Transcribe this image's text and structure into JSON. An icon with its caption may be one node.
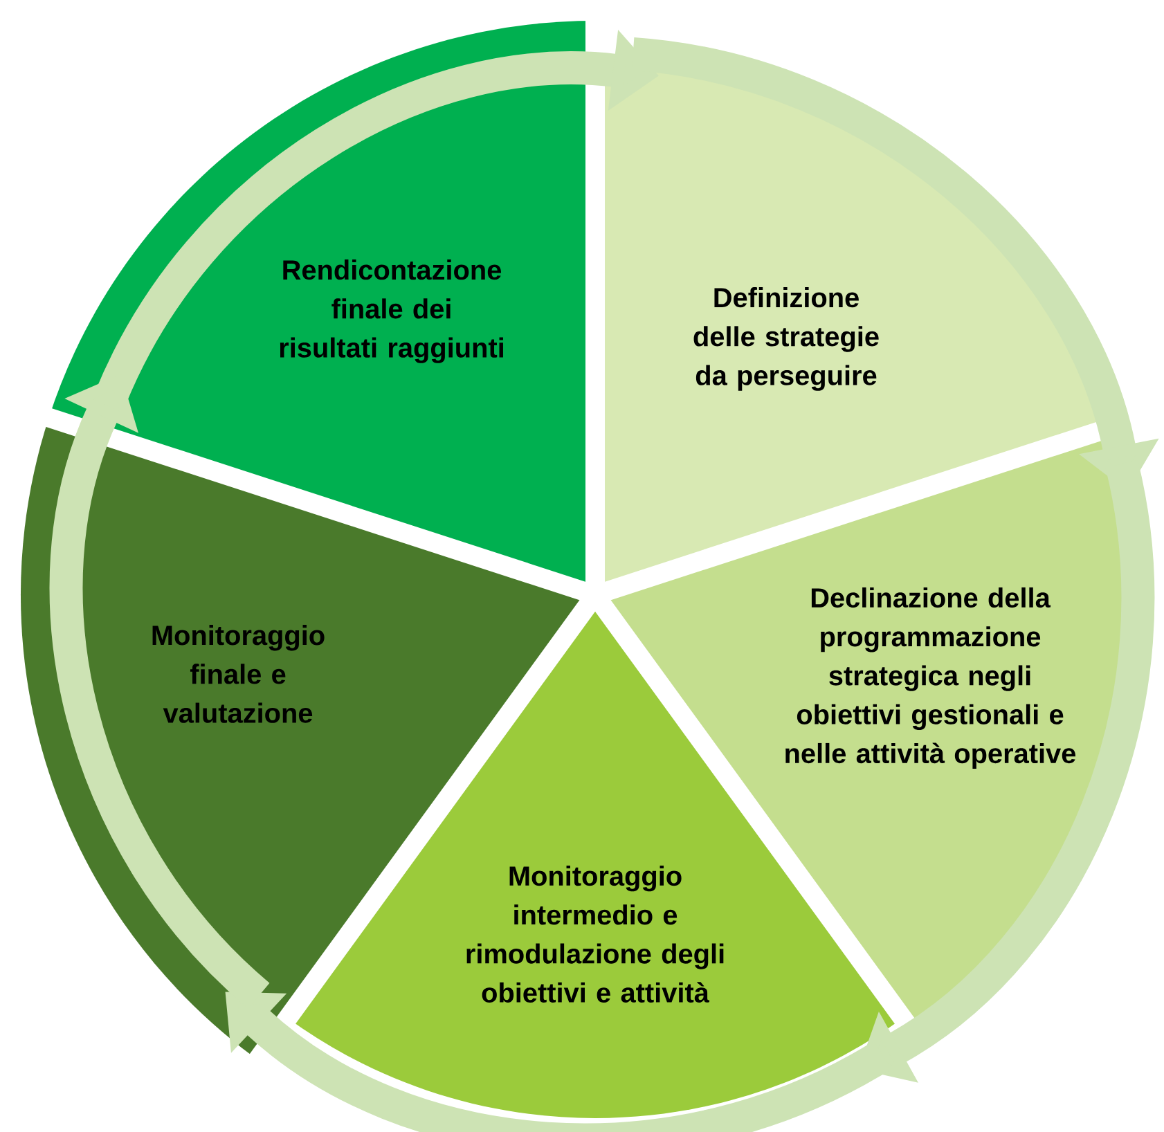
{
  "diagram": {
    "nodes": [
      {
        "text": [
          "Rendicontazione finale dei risultati raggiunti"
        ]
      },
      {
        "text": [
          "Definizione delle strategie da perseguire"
        ]
      },
      {
        "text": [
          "Declinazione della programmazione strategica negli obiettivi gestionali e nelle attività operative"
        ]
      },
      {
        "text": [
          "Monitoraggio intermedio e rimodulazione degli obiettivi e attività"
        ]
      },
      {
        "text": [
          "Monitoraggio finale e valutazione"
        ]
      }
    ],
    "edges": [
      {
        "from": 0,
        "to": 1,
        "arrow": "to"
      },
      {
        "from": 1,
        "to": 2,
        "arrow": "to"
      },
      {
        "from": 2,
        "to": 3,
        "arrow": "to"
      },
      {
        "from": 3,
        "to": 4,
        "arrow": "to"
      },
      {
        "from": 4,
        "to": 0,
        "arrow": "to"
      }
    ]
  }
}
